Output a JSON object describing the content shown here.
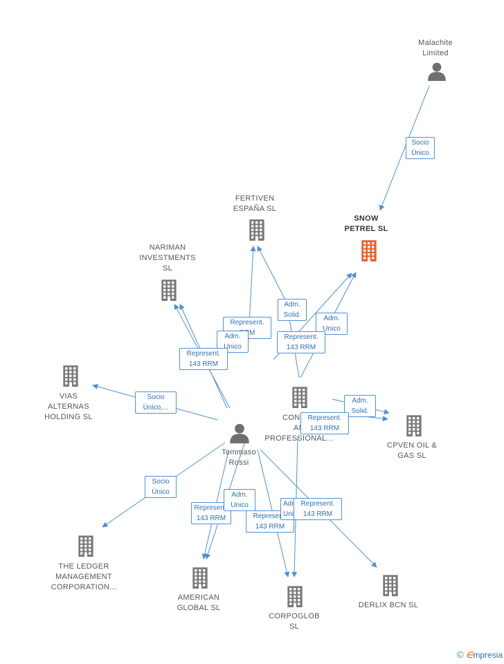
{
  "colors": {
    "edge": "#4a90d9",
    "company": "#7a7a7a",
    "focus": "#f05a28",
    "person": "#6f6f6f"
  },
  "nodes": [
    {
      "id": "malachite",
      "label": "Malachite\nLimited",
      "type": "person-icon"
    },
    {
      "id": "snow",
      "label": "SNOW\nPETREL SL",
      "type": "building-icon",
      "focus": true
    },
    {
      "id": "fertiven",
      "label": "FERTIVEN\nESPAÑA SL",
      "type": "building-icon"
    },
    {
      "id": "nariman",
      "label": "NARIMAN\nINVESTMENTS\nSL",
      "type": "building-icon"
    },
    {
      "id": "vias",
      "label": "VIAS\nALTERNAS\nHOLDING SL",
      "type": "building-icon"
    },
    {
      "id": "consul",
      "label": "CONSUL\nAN\nPROFESSIONAL...",
      "type": "building-icon"
    },
    {
      "id": "cpven",
      "label": "CPVEN OIL &\nGAS SL",
      "type": "building-icon"
    },
    {
      "id": "tommaso",
      "label": "Tommaso\nRossi",
      "type": "person-icon"
    },
    {
      "id": "ledger",
      "label": "THE LEDGER\nMANAGEMENT\nCORPORATION...",
      "type": "building-icon"
    },
    {
      "id": "american",
      "label": "AMERICAN\nGLOBAL SL",
      "type": "building-icon"
    },
    {
      "id": "corpoglob",
      "label": "CORPOGLOB\nSL",
      "type": "building-icon"
    },
    {
      "id": "derlix",
      "label": "DERLIX BCN SL",
      "type": "building-icon"
    }
  ],
  "edge_labels": [
    "Socio\nÚnico",
    "Adm.\nSolid.",
    "Represent.\nRRM",
    "Adm.\nUnico",
    "Represent.\n143 RRM",
    "Adm.\nUnico",
    "Represent.\n143 RRM",
    "Socio\nÚnico,...",
    "Adm.\nSolid.",
    "Represent.\n143 RRM",
    "Socio\nÚnico",
    "Represent.\n143 RRM",
    "Adm.\nUnico",
    "Represent.\n143 RRM",
    "Adm.\nUni",
    "Represent.\n143 RRM"
  ],
  "brand": {
    "copyright": "©",
    "e": "∈",
    "name": "mpresia"
  }
}
